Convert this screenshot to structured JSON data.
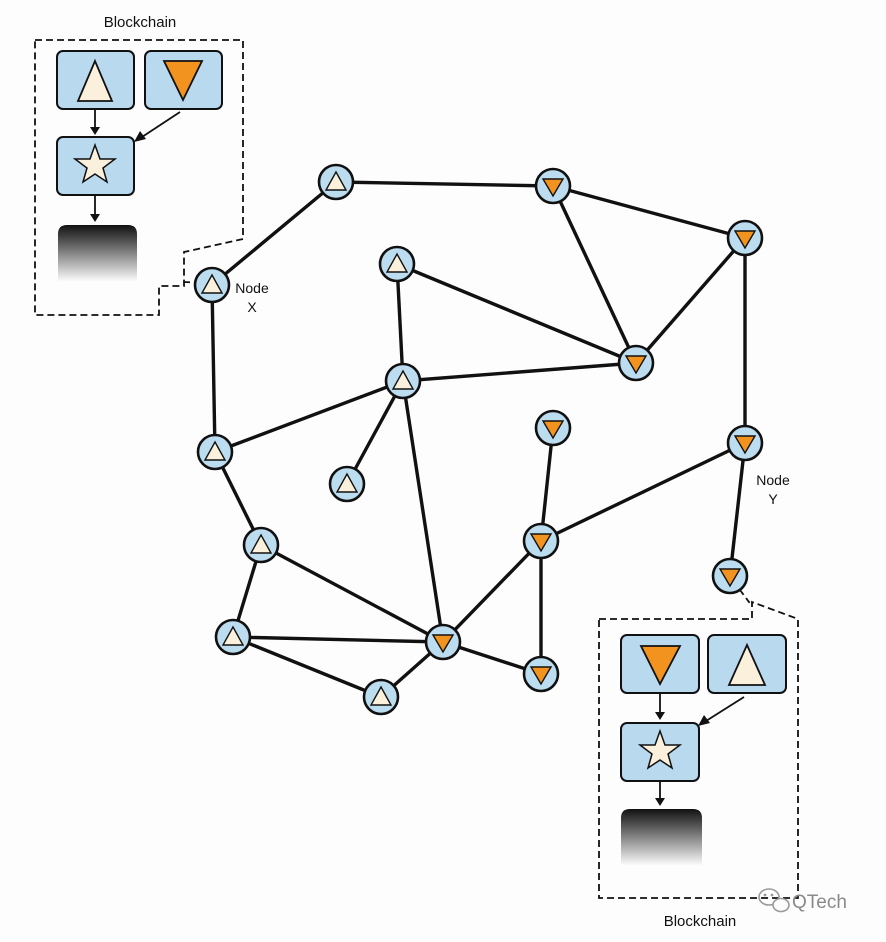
{
  "colors": {
    "node_fill": "#bcdcf0",
    "node_stroke": "#111111",
    "up_triangle": "#fbf0dc",
    "down_triangle": "#f3931f",
    "edge": "#111111",
    "box_fill": "#b9d9ee"
  },
  "blockchain_left": {
    "title": "Blockchain"
  },
  "blockchain_right": {
    "title": "Blockchain"
  },
  "node_x": {
    "line1": "Node",
    "line2": "X"
  },
  "node_y": {
    "line1": "Node",
    "line2": "Y"
  },
  "watermark": {
    "text": "QTech",
    "icon": "wechat-icon"
  },
  "network": {
    "nodes": [
      {
        "id": "a",
        "shape": "up"
      },
      {
        "id": "b",
        "shape": "down"
      },
      {
        "id": "c",
        "shape": "down"
      },
      {
        "id": "x",
        "shape": "up"
      },
      {
        "id": "d",
        "shape": "up"
      },
      {
        "id": "e",
        "shape": "down"
      },
      {
        "id": "f",
        "shape": "up"
      },
      {
        "id": "g",
        "shape": "up"
      },
      {
        "id": "h",
        "shape": "up"
      },
      {
        "id": "i",
        "shape": "down"
      },
      {
        "id": "y",
        "shape": "down"
      },
      {
        "id": "j",
        "shape": "down"
      },
      {
        "id": "k",
        "shape": "up"
      },
      {
        "id": "l",
        "shape": "down"
      },
      {
        "id": "m",
        "shape": "up"
      },
      {
        "id": "n",
        "shape": "up"
      },
      {
        "id": "o",
        "shape": "down"
      },
      {
        "id": "p",
        "shape": "down"
      }
    ],
    "edges": [
      [
        "a",
        "b"
      ],
      [
        "a",
        "x"
      ],
      [
        "b",
        "c"
      ],
      [
        "b",
        "e"
      ],
      [
        "c",
        "e"
      ],
      [
        "c",
        "y"
      ],
      [
        "d",
        "f"
      ],
      [
        "d",
        "e"
      ],
      [
        "f",
        "e"
      ],
      [
        "f",
        "h"
      ],
      [
        "f",
        "g"
      ],
      [
        "f",
        "o"
      ],
      [
        "x",
        "h"
      ],
      [
        "h",
        "k"
      ],
      [
        "k",
        "m"
      ],
      [
        "k",
        "o"
      ],
      [
        "m",
        "o"
      ],
      [
        "m",
        "n"
      ],
      [
        "n",
        "o"
      ],
      [
        "o",
        "j"
      ],
      [
        "o",
        "p"
      ],
      [
        "i",
        "j"
      ],
      [
        "j",
        "p"
      ],
      [
        "j",
        "y"
      ],
      [
        "y",
        "l"
      ]
    ]
  }
}
